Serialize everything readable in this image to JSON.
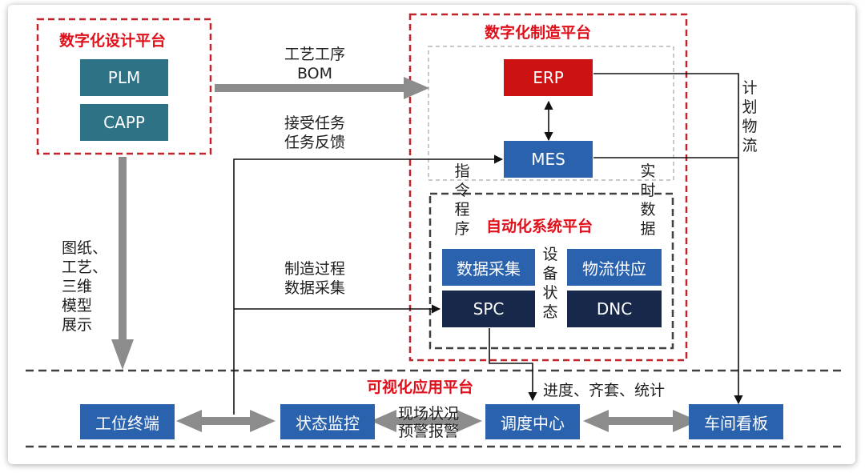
{
  "platforms": {
    "design": "数字化设计平台",
    "manufacturing": "数字化制造平台",
    "automation": "自动化系统平台",
    "visual": "可视化应用平台"
  },
  "systems": {
    "plm": "PLM",
    "capp": "CAPP",
    "erp": "ERP",
    "mes": "MES",
    "data_collect": "数据采集",
    "logistics_supply": "物流供应",
    "spc": "SPC",
    "dnc": "DNC"
  },
  "apps": {
    "workstation": "工位终端",
    "status_monitor": "状态监控",
    "dispatch_center": "调度中心",
    "workshop_board": "车间看板"
  },
  "labels": {
    "process_bom_1": "工艺工序",
    "process_bom_2": "BOM",
    "accept_task": "接受任务",
    "task_feedback": "任务反馈",
    "mfg_process": "制造过程",
    "data_collection": "数据采集",
    "drawings": [
      "图纸、",
      "工艺、",
      "三维",
      "模型",
      "展示"
    ],
    "plan_logistics": "计划物流",
    "instruction_program": "指令程序",
    "realtime_data": "实时数据",
    "device_status": "设备状态",
    "progress": "进度、齐套、统计",
    "site_status": "现场状况",
    "alarm": "预警报警"
  },
  "colors": {
    "teal": "#2e7385",
    "red": "#cc1212",
    "blue": "#2b62ad",
    "navy": "#17284a",
    "title_red": "#e0101b",
    "gray_arrow": "#8c8c8c"
  }
}
